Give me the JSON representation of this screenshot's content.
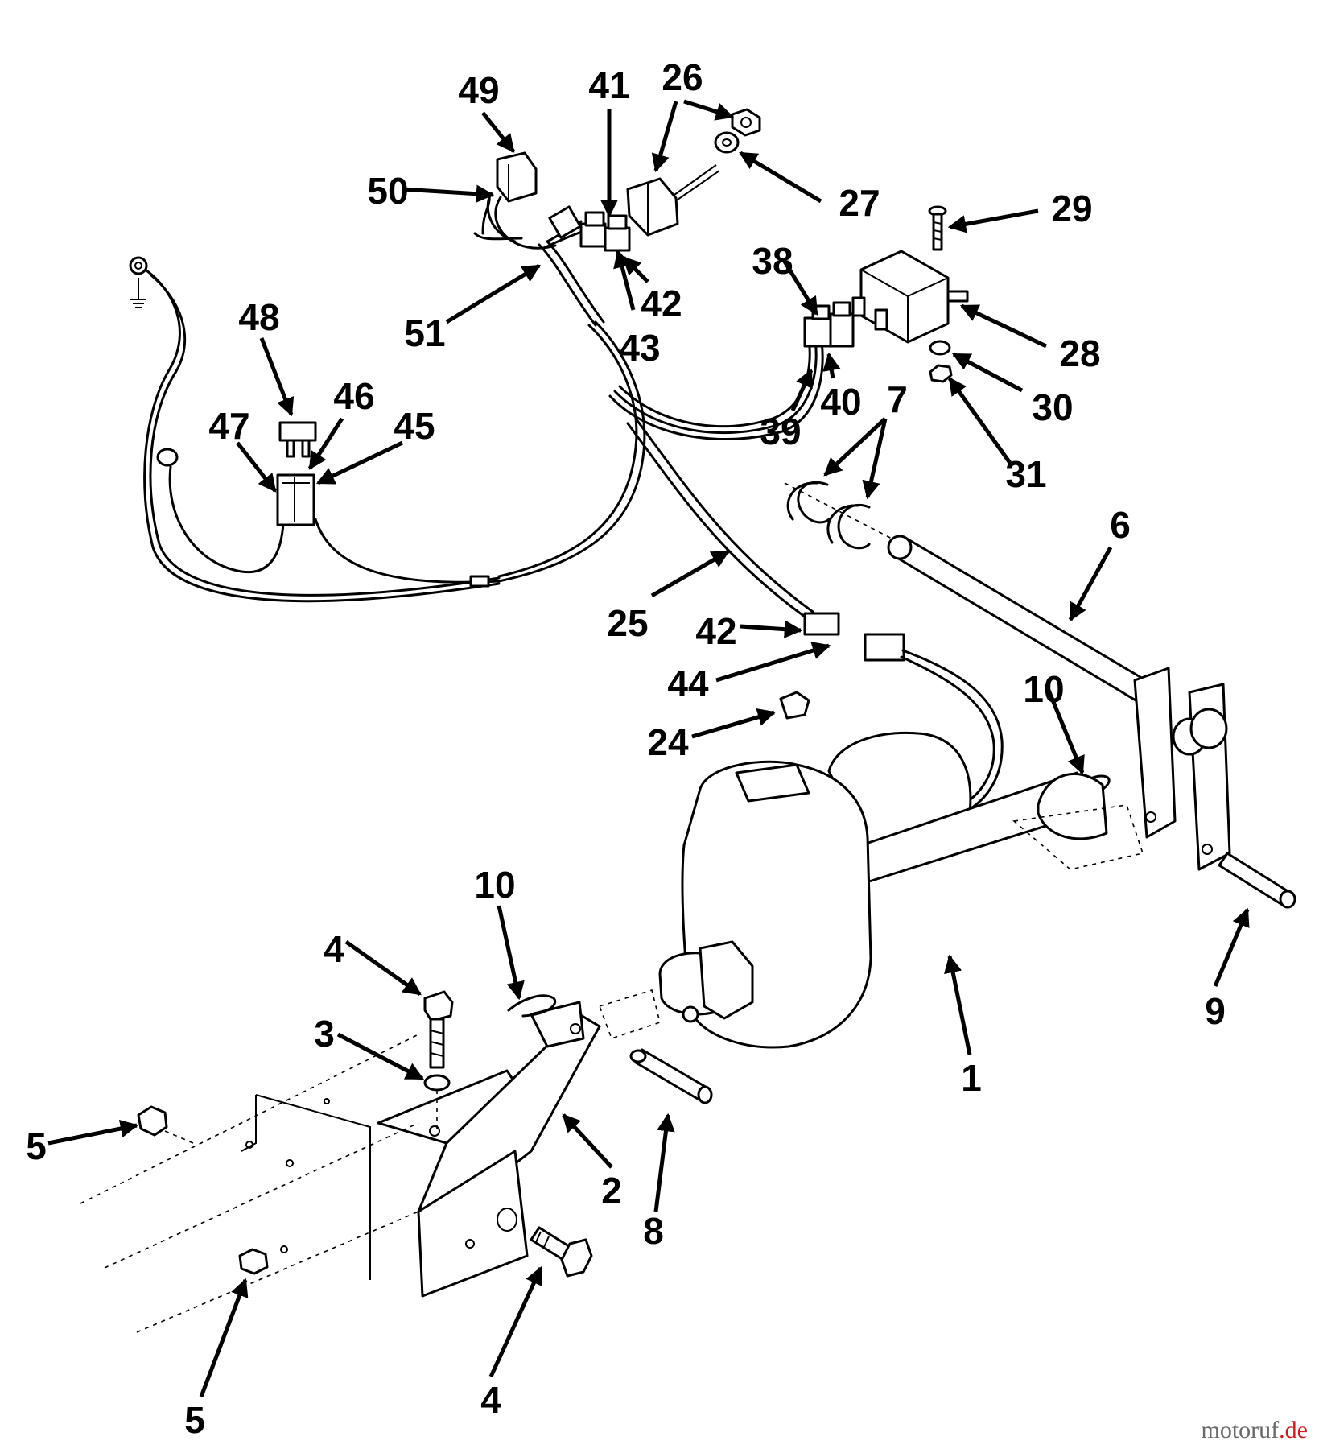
{
  "watermark": {
    "text": "motoruf",
    "suffix": ".de"
  },
  "callouts": [
    {
      "id": "c49",
      "text": "49"
    },
    {
      "id": "c41",
      "text": "41"
    },
    {
      "id": "c26",
      "text": "26"
    },
    {
      "id": "c50",
      "text": "50"
    },
    {
      "id": "c27",
      "text": "27"
    },
    {
      "id": "c29",
      "text": "29"
    },
    {
      "id": "c42a",
      "text": "42"
    },
    {
      "id": "c43",
      "text": "43"
    },
    {
      "id": "c38",
      "text": "38"
    },
    {
      "id": "c48",
      "text": "48"
    },
    {
      "id": "c51",
      "text": "51"
    },
    {
      "id": "c28",
      "text": "28"
    },
    {
      "id": "c46",
      "text": "46"
    },
    {
      "id": "c45",
      "text": "45"
    },
    {
      "id": "c47",
      "text": "47"
    },
    {
      "id": "c40",
      "text": "40"
    },
    {
      "id": "c39",
      "text": "39"
    },
    {
      "id": "c30",
      "text": "30"
    },
    {
      "id": "c7",
      "text": "7"
    },
    {
      "id": "c31",
      "text": "31"
    },
    {
      "id": "c6",
      "text": "6"
    },
    {
      "id": "c25",
      "text": "25"
    },
    {
      "id": "c42b",
      "text": "42"
    },
    {
      "id": "c44",
      "text": "44"
    },
    {
      "id": "c10a",
      "text": "10"
    },
    {
      "id": "c24",
      "text": "24"
    },
    {
      "id": "c10b",
      "text": "10"
    },
    {
      "id": "c4a",
      "text": "4"
    },
    {
      "id": "c3",
      "text": "3"
    },
    {
      "id": "c9",
      "text": "9"
    },
    {
      "id": "c1",
      "text": "1"
    },
    {
      "id": "c5a",
      "text": "5"
    },
    {
      "id": "c2",
      "text": "2"
    },
    {
      "id": "c8",
      "text": "8"
    },
    {
      "id": "c4b",
      "text": "4"
    },
    {
      "id": "c5b",
      "text": "5"
    }
  ]
}
